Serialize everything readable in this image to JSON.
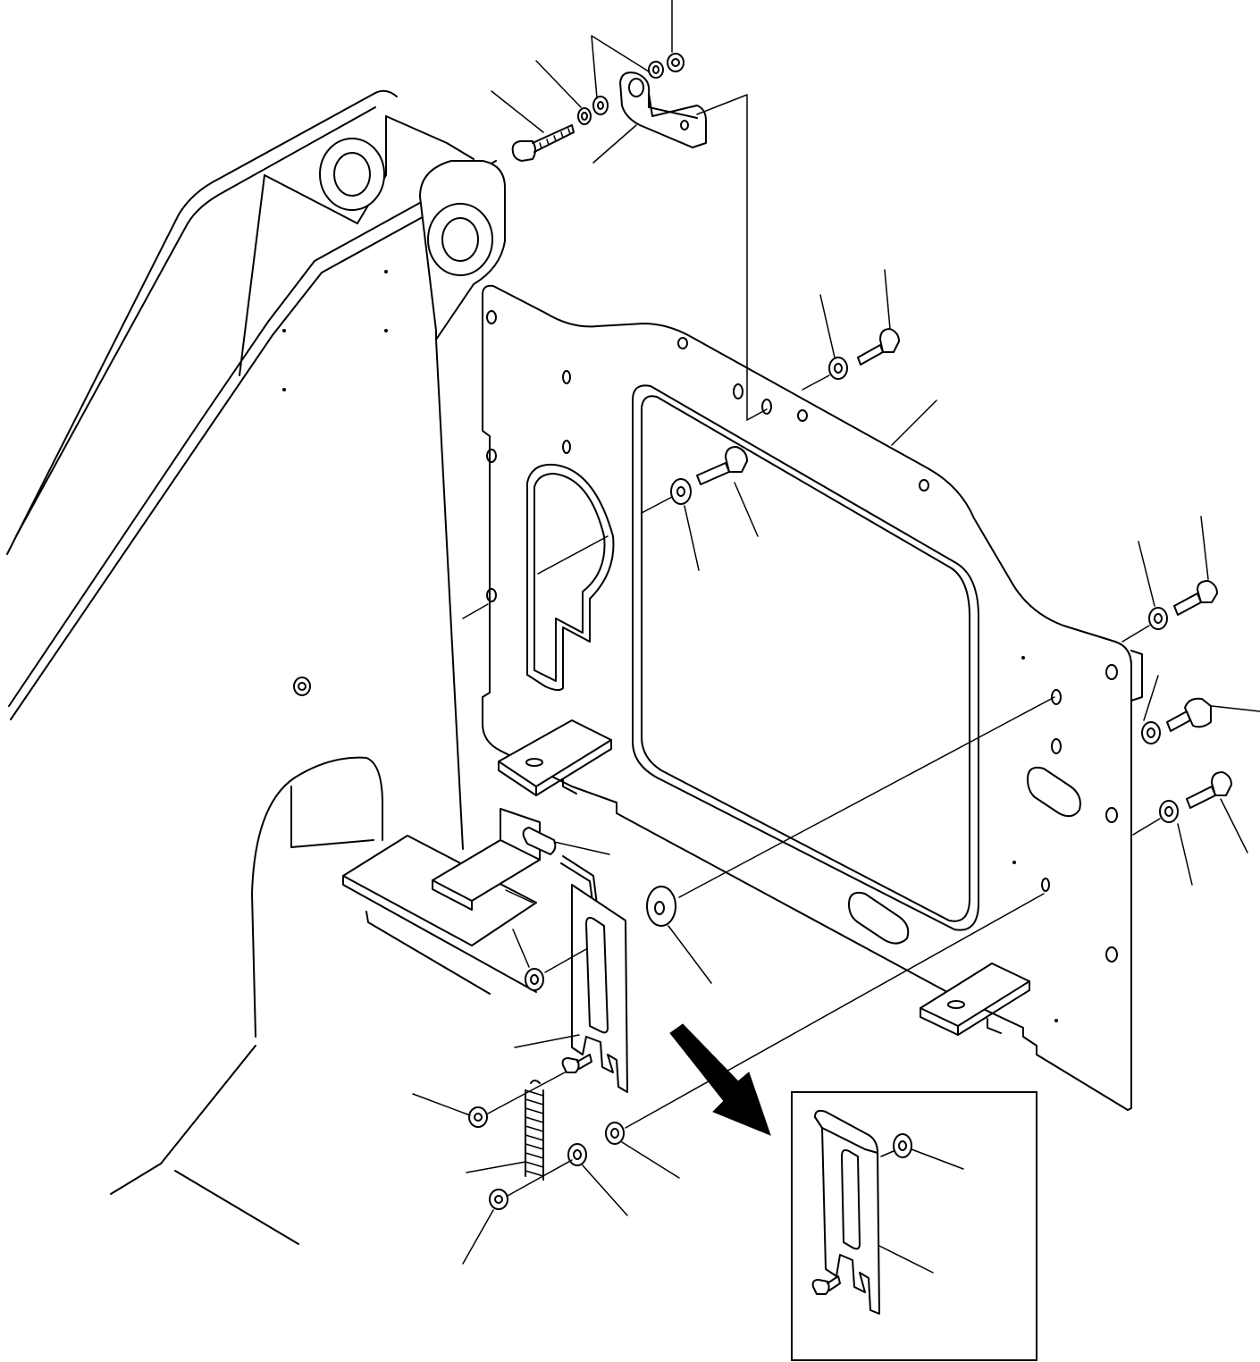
{
  "diagram": {
    "kind": "exploded-parts-view",
    "background_color": "#ffffff",
    "line_color": "#000000",
    "labels": [],
    "callout_leaders": [
      "bracket-bolt",
      "bracket-lock-washer",
      "bracket-washer",
      "bracket-nut",
      "bracket",
      "top-bolt",
      "top-washer",
      "cover-plate",
      "upper-bolt",
      "upper-washer",
      "left-hole",
      "inner-hole",
      "right-bolt",
      "right-washer",
      "knob-screw",
      "knob-washer",
      "lower-bolt",
      "lower-washer",
      "pin",
      "hook-pin",
      "latch-nut",
      "large-washer",
      "latch-plate",
      "latch-screw-nut",
      "spring",
      "spring-nut",
      "spring-washer",
      "bottom-nut",
      "detail-washer",
      "detail-latch"
    ],
    "detail_view": {
      "has_arrow": true,
      "contents": [
        "latch-plate",
        "washer",
        "screw"
      ]
    }
  }
}
